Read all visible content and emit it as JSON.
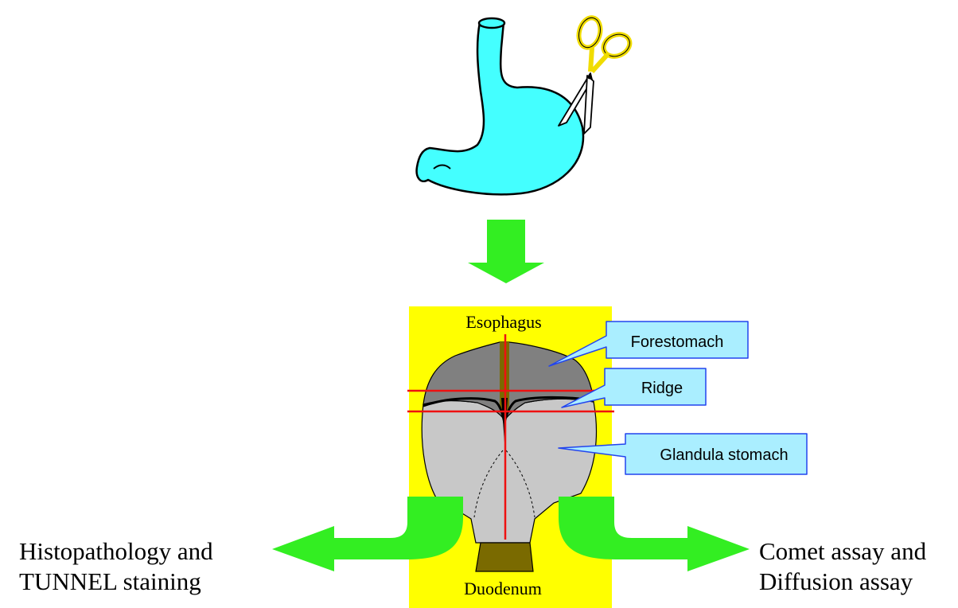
{
  "stomach_labels": {
    "esophagus": "Esophagus",
    "duodenum": "Duodenum"
  },
  "callouts": {
    "forestomach": "Forestomach",
    "ridge": "Ridge",
    "glandula": "Glandula stomach"
  },
  "outcomes": {
    "left": {
      "line1": "Histopathology and",
      "line2": "TUNNEL staining"
    },
    "right": {
      "line1": "Comet assay and",
      "line2": "Diffusion assay"
    }
  },
  "colors": {
    "stomach_fill": "#44ffff",
    "arrow_green": "#33ee22",
    "panel_yellow": "#ffff00",
    "cut_line_red": "#ee1111",
    "forestomach_gray": "#808080",
    "glandular_gray": "#c8c8c8",
    "duodenum_olive": "#7a6a00",
    "callout_fill": "#aaeeff",
    "callout_border": "#2244ee",
    "scissors_handle": "#f0dc00"
  },
  "icons": {
    "scissors": "scissors-icon",
    "stomach": "stomach-icon",
    "down_arrow": "down-arrow-icon"
  }
}
